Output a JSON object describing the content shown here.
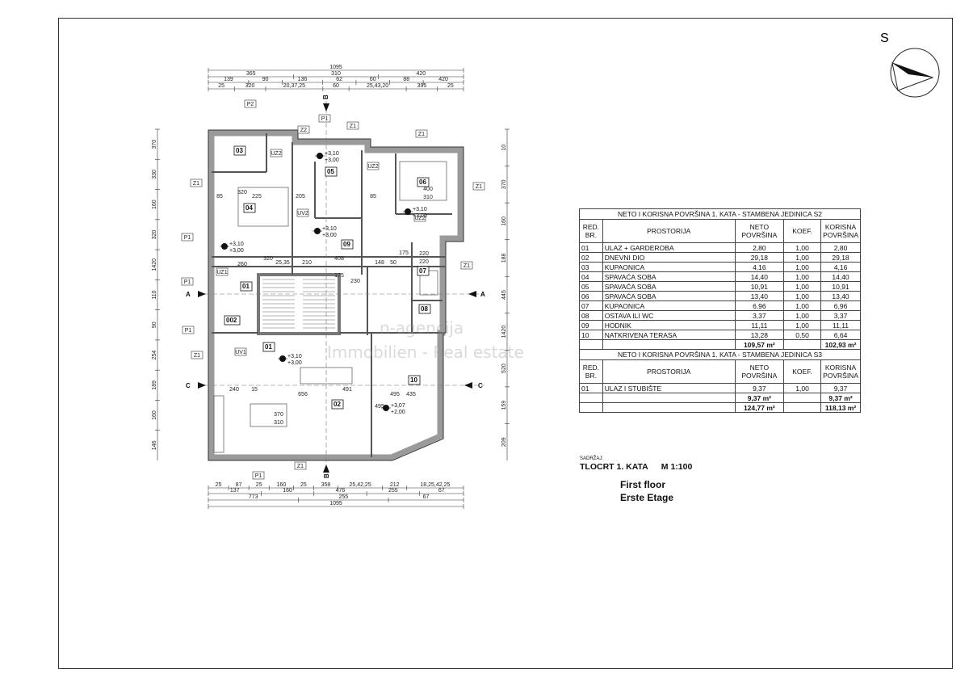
{
  "compass": {
    "label": "S"
  },
  "plan": {
    "dims_top": {
      "overall": "1095",
      "row2": [
        "365",
        "310",
        "420"
      ],
      "row3": [
        "139",
        "90",
        "136",
        "62",
        "60",
        "88",
        "420"
      ],
      "row4": [
        "25",
        "320",
        "20,37,25",
        "60",
        "25,43,20",
        "395",
        "25"
      ]
    },
    "dims_bottom": {
      "row1": [
        "25",
        "87",
        "25",
        "160",
        "25",
        "358",
        "25,42,25",
        "212",
        "18,25,42,25"
      ],
      "row2": [
        "137",
        "160",
        "476",
        "255",
        "67"
      ],
      "row3": [
        "773",
        "255",
        "67"
      ],
      "overall": "1095"
    },
    "dims_right": [
      "10",
      "370",
      "160",
      "188",
      "445",
      "1420",
      "520",
      "159",
      "209"
    ],
    "dims_left": [
      "370",
      "330",
      "160",
      "320",
      "1420",
      "110",
      "90",
      "254",
      "189",
      "160",
      "146"
    ],
    "rooms": [
      "01",
      "02",
      "03",
      "04",
      "05",
      "06",
      "07",
      "08",
      "09",
      "10",
      "01",
      "002"
    ],
    "levels": [
      [
        "+3,10",
        "+3,00"
      ],
      [
        "+3,10",
        "+3,00"
      ],
      [
        "+3,10",
        "+3,00"
      ],
      [
        "+3,10",
        "+3,00"
      ],
      [
        "+3,07",
        "+2,00"
      ],
      [
        "+3,10",
        "+3,00"
      ]
    ],
    "section_marks": {
      "a": "A",
      "b": "B",
      "c": "C"
    },
    "inner_dims": [
      "320",
      "225",
      "85",
      "205",
      "85",
      "400",
      "310",
      "320",
      "260",
      "25,35",
      "210",
      "408",
      "148",
      "50",
      "220",
      "220",
      "240",
      "15",
      "656",
      "491",
      "495",
      "370",
      "310",
      "175",
      "175",
      "230",
      "495",
      "435"
    ],
    "tags": [
      "Z1",
      "Z2",
      "UZ2",
      "UZ1",
      "UV1",
      "UV2",
      "P1",
      "P2"
    ]
  },
  "table": {
    "s2_title": "NETO I KORISNA POVRŠINA 1. KATA - STAMBENA JEDINICA S2",
    "s3_title": "NETO I KORISNA POVRŠINA 1. KATA - STAMBENA JEDINICA S3",
    "headers": [
      "RED. BR.",
      "PROSTORIJA",
      "NETO POVRŠINA",
      "KOEF.",
      "KORISNA POVRŠINA"
    ],
    "s2_rows": [
      [
        "01",
        "ULAZ + GARDEROBA",
        "2,80",
        "1,00",
        "2,80"
      ],
      [
        "02",
        "DNEVNI DIO",
        "29,18",
        "1,00",
        "29,18"
      ],
      [
        "03",
        "KUPAONICA",
        "4,16",
        "1,00",
        "4,16"
      ],
      [
        "04",
        "SPAVAĆA SOBA",
        "14,40",
        "1,00",
        "14,40"
      ],
      [
        "05",
        "SPAVAĆA SOBA",
        "10,91",
        "1,00",
        "10,91"
      ],
      [
        "06",
        "SPAVAĆA SOBA",
        "13,40",
        "1,00",
        "13,40"
      ],
      [
        "07",
        "KUPAONICA",
        "6,96",
        "1,00",
        "6,96"
      ],
      [
        "08",
        "OSTAVA ILI WC",
        "3,37",
        "1,00",
        "3,37"
      ],
      [
        "09",
        "HODNIK",
        "11,11",
        "1,00",
        "11,11"
      ],
      [
        "10",
        "NATKRIVENA TERASA",
        "13,28",
        "0,50",
        "6,64"
      ]
    ],
    "s2_total": {
      "neto": "109,57 m²",
      "korisna": "102,93 m²"
    },
    "s3_rows": [
      [
        "01",
        "ULAZ I STUBIŠTE",
        "9,37",
        "1,00",
        "9,37"
      ]
    ],
    "s3_total": {
      "neto": "9,37 m²",
      "korisna": "9,37 m²"
    },
    "grand_total": {
      "neto": "124,77 m²",
      "korisna": "118,13 m²"
    }
  },
  "title_block": {
    "label": "SADRŽAJ:",
    "title": "TLOCRT 1. KATA",
    "scale": "M 1:100",
    "english": "First floor",
    "german": "Erste Etage"
  },
  "watermark": {
    "line1": "n-agencija",
    "line2": "Immobilien  -  Real estate"
  }
}
